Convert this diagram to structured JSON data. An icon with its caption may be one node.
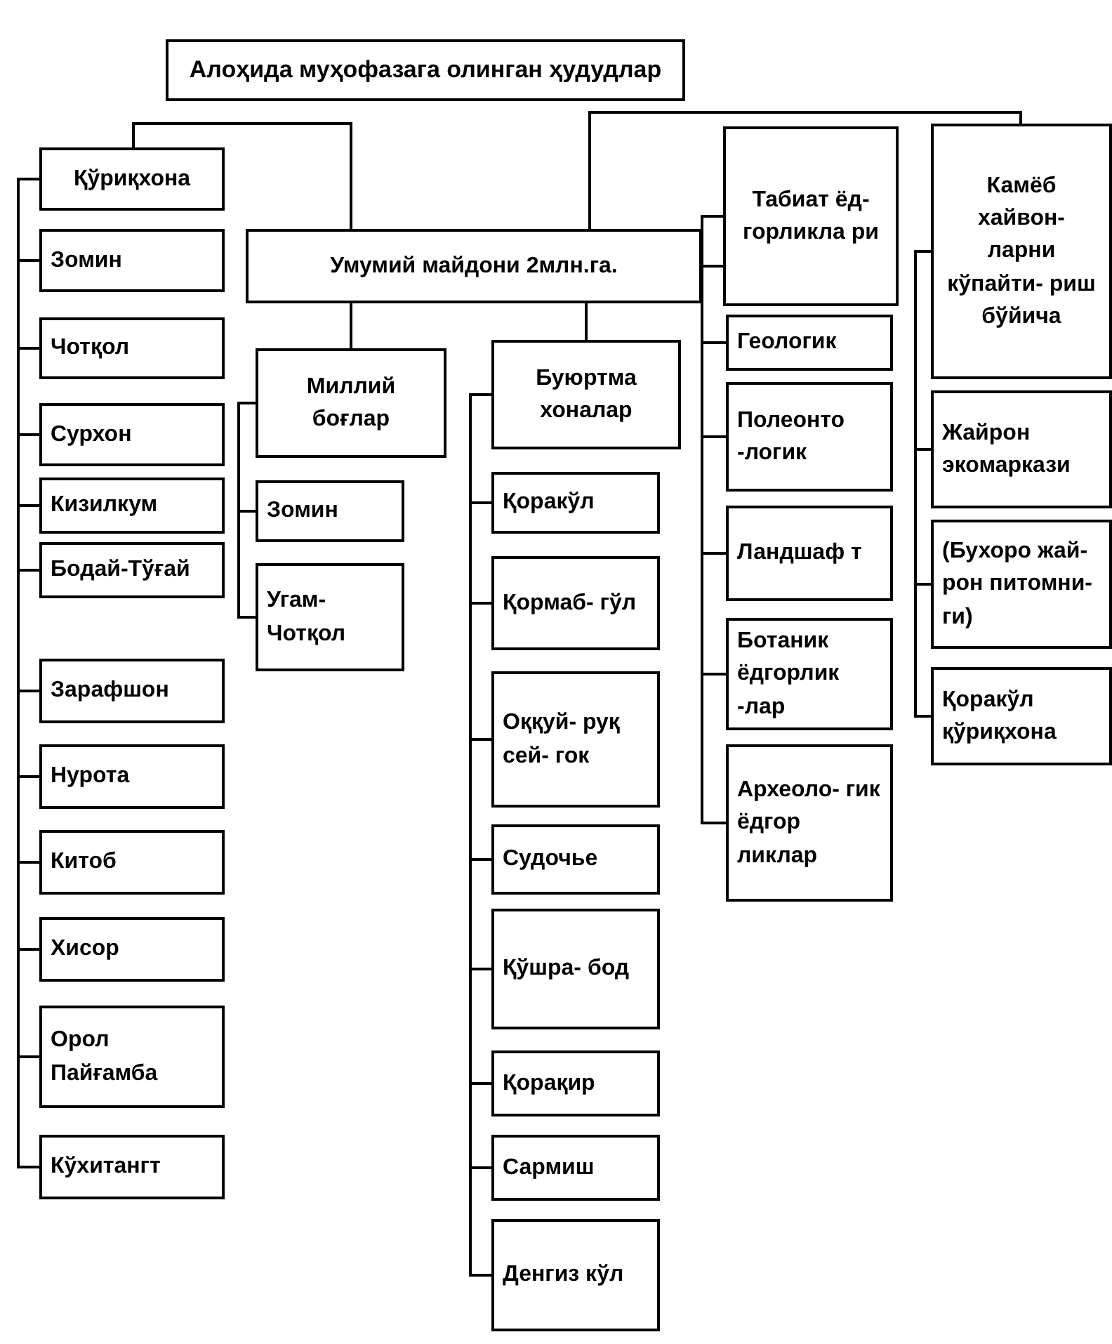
{
  "diagram": {
    "nodes": [
      {
        "text": [
          "Алоҳида муҳофазага олинган ҳудудлар"
        ]
      },
      {
        "text": [
          "Умумий майдони 2млн.га."
        ]
      },
      {
        "text": [
          "Қўриқхона"
        ]
      },
      {
        "text": [
          "Зомин"
        ]
      },
      {
        "text": [
          "Чотқол"
        ]
      },
      {
        "text": [
          "Сурхон"
        ]
      },
      {
        "text": [
          "Кизилкум"
        ]
      },
      {
        "text": [
          "Бодай-Тўғай"
        ]
      },
      {
        "text": [
          "Зарафшон"
        ]
      },
      {
        "text": [
          "Нурота"
        ]
      },
      {
        "text": [
          "Китоб"
        ]
      },
      {
        "text": [
          "Хисор"
        ]
      },
      {
        "text": [
          "Орол Пайғамба"
        ]
      },
      {
        "text": [
          "Кўхитангт"
        ]
      },
      {
        "text": [
          "Миллий боғлар"
        ]
      },
      {
        "text": [
          "Зомин"
        ]
      },
      {
        "text": [
          "Угам- Чотқол"
        ]
      },
      {
        "text": [
          "Буюртма хоналар"
        ]
      },
      {
        "text": [
          "Қоракўл"
        ]
      },
      {
        "text": [
          "Қормаб- гўл"
        ]
      },
      {
        "text": [
          "Оққуй- руқ сей- гок"
        ]
      },
      {
        "text": [
          "Судочье"
        ]
      },
      {
        "text": [
          "Қўшра- бод"
        ]
      },
      {
        "text": [
          "Қорақир"
        ]
      },
      {
        "text": [
          "Сармиш"
        ]
      },
      {
        "text": [
          "Денгиз кўл"
        ]
      },
      {
        "text": [
          "Табиат ёд- горликла ри"
        ]
      },
      {
        "text": [
          "Геологик"
        ]
      },
      {
        "text": [
          "Полеонто -логик"
        ]
      },
      {
        "text": [
          "Ландшаф т"
        ]
      },
      {
        "text": [
          "Ботаник ёдгорлик -лар"
        ]
      },
      {
        "text": [
          "Археоло- гик ёдгор ликлар"
        ]
      },
      {
        "text": [
          "Камёб хайвон- ларни кўпайти- риш бўйича"
        ]
      },
      {
        "text": [
          "Жайрон экомаркази"
        ]
      },
      {
        "text": [
          "(Бухоро жай-рон питомни- ги)"
        ]
      },
      {
        "text": [
          "Қоракўл қўриқхона"
        ]
      }
    ],
    "edges": [
      {
        "from": 1,
        "to": 2,
        "arrow": "none"
      },
      {
        "from": 1,
        "to": 14,
        "arrow": "none"
      },
      {
        "from": 1,
        "to": 17,
        "arrow": "none"
      },
      {
        "from": 1,
        "to": 26,
        "arrow": "none"
      },
      {
        "from": 1,
        "to": 32,
        "arrow": "none"
      },
      {
        "from": 2,
        "to": 3,
        "arrow": "none"
      },
      {
        "from": 2,
        "to": 4,
        "arrow": "none"
      },
      {
        "from": 2,
        "to": 5,
        "arrow": "none"
      },
      {
        "from": 2,
        "to": 6,
        "arrow": "none"
      },
      {
        "from": 2,
        "to": 7,
        "arrow": "none"
      },
      {
        "from": 2,
        "to": 8,
        "arrow": "none"
      },
      {
        "from": 2,
        "to": 9,
        "arrow": "none"
      },
      {
        "from": 2,
        "to": 10,
        "arrow": "none"
      },
      {
        "from": 2,
        "to": 11,
        "arrow": "none"
      },
      {
        "from": 2,
        "to": 12,
        "arrow": "none"
      },
      {
        "from": 2,
        "to": 13,
        "arrow": "none"
      },
      {
        "from": 14,
        "to": 15,
        "arrow": "none"
      },
      {
        "from": 14,
        "to": 16,
        "arrow": "none"
      },
      {
        "from": 17,
        "to": 18,
        "arrow": "none"
      },
      {
        "from": 17,
        "to": 19,
        "arrow": "none"
      },
      {
        "from": 17,
        "to": 20,
        "arrow": "none"
      },
      {
        "from": 17,
        "to": 21,
        "arrow": "none"
      },
      {
        "from": 17,
        "to": 22,
        "arrow": "none"
      },
      {
        "from": 17,
        "to": 23,
        "arrow": "none"
      },
      {
        "from": 17,
        "to": 24,
        "arrow": "none"
      },
      {
        "from": 17,
        "to": 25,
        "arrow": "none"
      },
      {
        "from": 26,
        "to": 27,
        "arrow": "none"
      },
      {
        "from": 26,
        "to": 28,
        "arrow": "none"
      },
      {
        "from": 26,
        "to": 29,
        "arrow": "none"
      },
      {
        "from": 26,
        "to": 30,
        "arrow": "none"
      },
      {
        "from": 26,
        "to": 31,
        "arrow": "none"
      },
      {
        "from": 32,
        "to": 33,
        "arrow": "none"
      },
      {
        "from": 32,
        "to": 34,
        "arrow": "none"
      },
      {
        "from": 32,
        "to": 35,
        "arrow": "none"
      }
    ]
  }
}
